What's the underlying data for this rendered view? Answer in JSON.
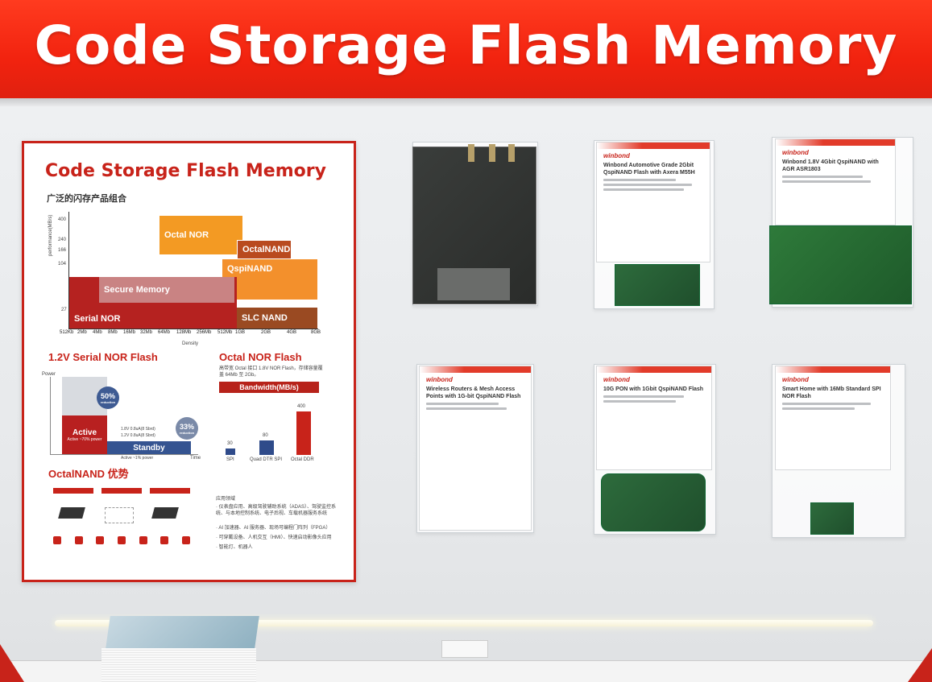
{
  "banner": {
    "title": "Code Storage Flash Memory"
  },
  "poster": {
    "title": "Code Storage Flash Memory",
    "subtitle": "广泛的闪存产品组合",
    "chart": {
      "ylabel": "performance(MB/s)",
      "xlabel": "Density",
      "yticks": [
        "400",
        "240",
        "166",
        "104",
        "27"
      ],
      "xticks": [
        "512Kb",
        "2Mb",
        "4Mb",
        "8Mb",
        "16Mb",
        "32Mb",
        "64Mb",
        "128Mb",
        "256Mb",
        "512Mb",
        "1GB",
        "2GB",
        "4GB",
        "8GB"
      ],
      "boxes": [
        "Octal NOR",
        "OctalNAND",
        "QspiNAND",
        "Secure Memory",
        "Serial NOR",
        "SLC NAND"
      ]
    },
    "serial_nor": {
      "title": "1.2V Serial NOR Flash",
      "power_label": "Power",
      "active_label": "Active",
      "standby_label": "Standby",
      "pct1": "50%",
      "pct1_note": "reduction",
      "pct2": "33%",
      "pct2_note": "reduction",
      "time_label": "Time",
      "line1": "1.8V 0.8uA(8 Sbrd)",
      "line2": "1.2V 0.8uA(8 Sbrd)",
      "active_note": "Active ~70% power",
      "standby_note": "Active ~1% power"
    },
    "octal_nor": {
      "title": "Octal NOR Flash",
      "desc": "高带宽 Octal 接口 1.8V NOR Flash，存储容量覆盖 64Mb 至 2Gb。",
      "bandwidth_header": "Bandwidth(MB/s)",
      "bars": [
        {
          "label": "SPI",
          "value": "30"
        },
        {
          "label": "Quad DTR SPI",
          "value": "80"
        },
        {
          "label": "Octal DDR",
          "value": "400"
        }
      ]
    },
    "octal_nand": {
      "title": "OctalNAND 优势",
      "apps_title": "应用领域",
      "apps": [
        "· 仪表盘应用、高级驾驶辅助系统（ADAS）、驾驶监控系统、与本地控制系统、电子后视、车载机器服务系统",
        "· AI 加速器、AI 服务器、现场可编程门阵列（FPGA）",
        "· 可穿戴设备、人机交互（HMI）、快速启动影像头应用",
        "· 智能灯、机器人"
      ]
    }
  },
  "products": [
    {
      "logo": "",
      "title": ""
    },
    {
      "logo": "winbond",
      "title": "Winbond Automotive Grade 2Gbit QspiNAND Flash with Axera M55H"
    },
    {
      "logo": "winbond",
      "title": "Winbond 1.8V 4Gbit QspiNAND with AGR ASR1803"
    },
    {
      "logo": "winbond",
      "title": "Wireless Routers & Mesh Access Points with 1G-bit QspiNAND Flash"
    },
    {
      "logo": "winbond",
      "title": "10G PON with 1Gbit QspiNAND Flash"
    },
    {
      "logo": "winbond",
      "title": "Smart Home with 16Mb Standard SPI NOR Flash"
    }
  ],
  "colors": {
    "brand_red": "#c8231a",
    "banner_red": "#f2230f"
  }
}
